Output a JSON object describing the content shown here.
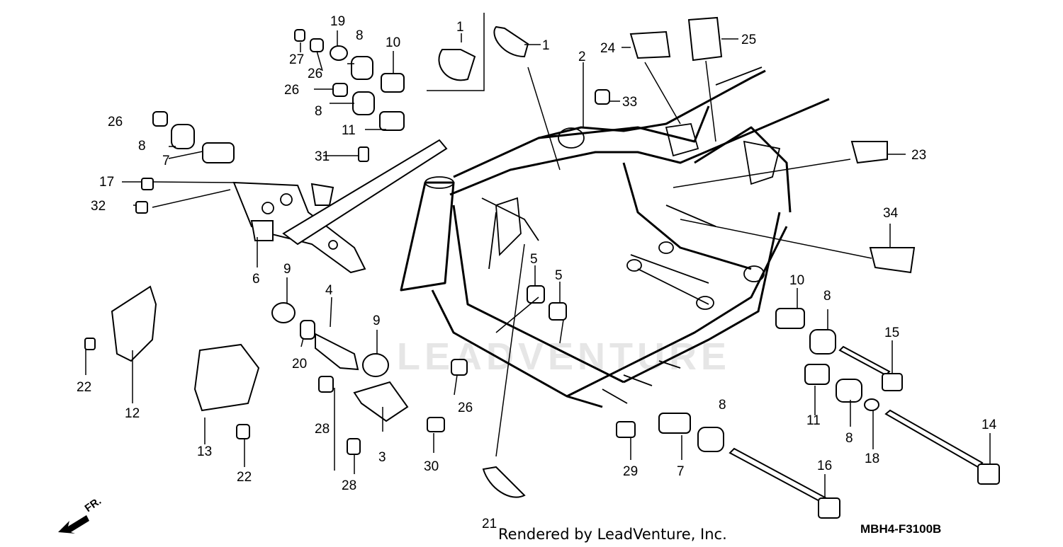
{
  "diagram": {
    "footer_text": "Rendered by LeadVenture, Inc.",
    "diagram_code": "MBH4-F3100B",
    "direction_label": "FR.",
    "watermark_text": "LEADVENTURE",
    "callouts": [
      "1",
      "1",
      "2",
      "3",
      "4",
      "5",
      "5",
      "6",
      "7",
      "7",
      "8",
      "8",
      "8",
      "8",
      "8",
      "9",
      "9",
      "10",
      "10",
      "11",
      "11",
      "12",
      "13",
      "14",
      "15",
      "16",
      "17",
      "18",
      "19",
      "20",
      "21",
      "22",
      "22",
      "23",
      "24",
      "25",
      "26",
      "26",
      "26",
      "26",
      "27",
      "28",
      "28",
      "29",
      "30",
      "31",
      "32",
      "33",
      "34"
    ]
  }
}
